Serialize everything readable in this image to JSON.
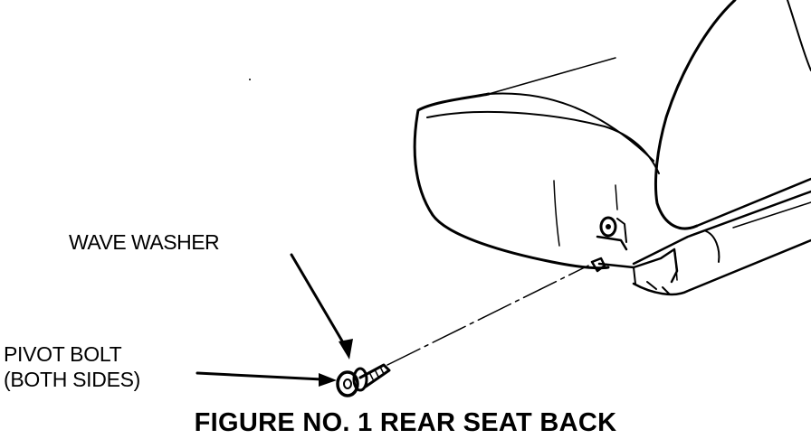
{
  "labels": {
    "wave_washer": "WAVE WASHER",
    "pivot_bolt_line1": "PIVOT BOLT",
    "pivot_bolt_line2": "(BOTH SIDES)"
  },
  "caption": "FIGURE NO. 1 REAR SEAT BACK",
  "colors": {
    "ink": "#000000",
    "paper": "#ffffff"
  }
}
